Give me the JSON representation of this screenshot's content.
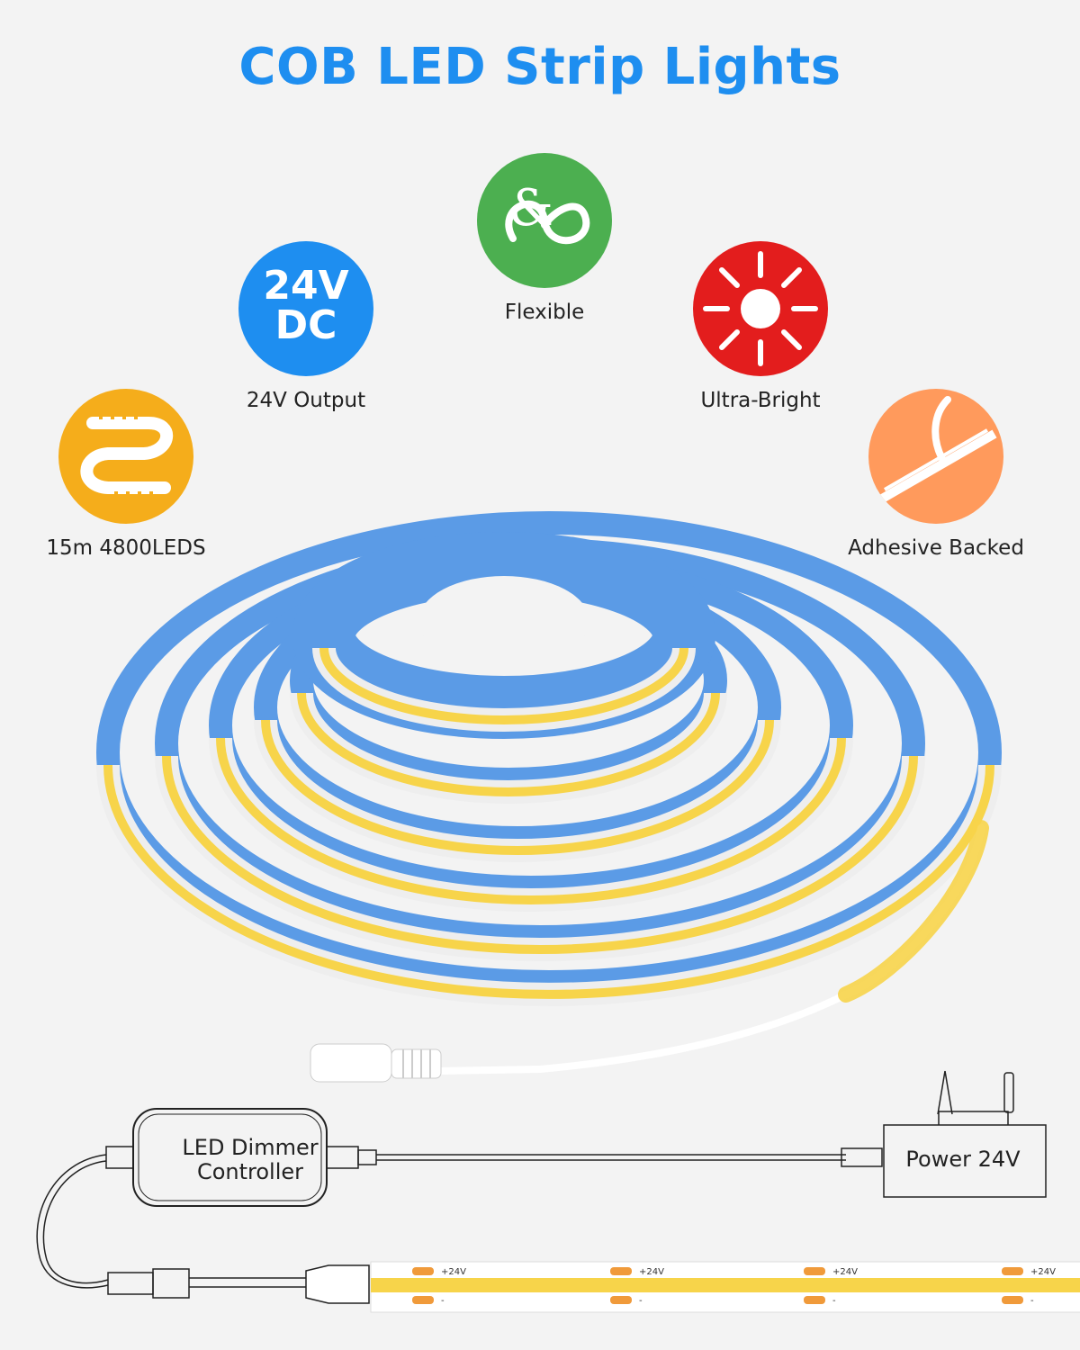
{
  "header": {
    "title": "COB LED Strip Lights"
  },
  "features": [
    {
      "id": "flexible",
      "label": "Flexible",
      "color": "#4caf50",
      "icon": "ampersand-infinity-icon",
      "glyph": "&"
    },
    {
      "id": "voltage",
      "label": "24V Output",
      "color": "#1e8ef0",
      "icon": "24v-dc-icon",
      "line1": "24V",
      "line2": "DC"
    },
    {
      "id": "bright",
      "label": "Ultra-Bright",
      "color": "#e31d1d",
      "icon": "sun-icon"
    },
    {
      "id": "length",
      "label": "15m 4800LEDS",
      "color": "#f5ad1b",
      "icon": "strip-wave-icon"
    },
    {
      "id": "adhesive",
      "label": "Adhesive Backed",
      "color": "#ff9a5c",
      "icon": "peel-tape-icon"
    }
  ],
  "diagram": {
    "controller_label_1": "LED Dimmer",
    "controller_label_2": "Controller",
    "power_label": "Power 24V",
    "strip_marks": [
      "+24V",
      "+24V",
      "+24V",
      "+24V"
    ],
    "strip_minus": [
      "-",
      "-",
      "-",
      "-"
    ],
    "strip_color": "#f7d44a",
    "pad_color": "#f09a3a"
  }
}
